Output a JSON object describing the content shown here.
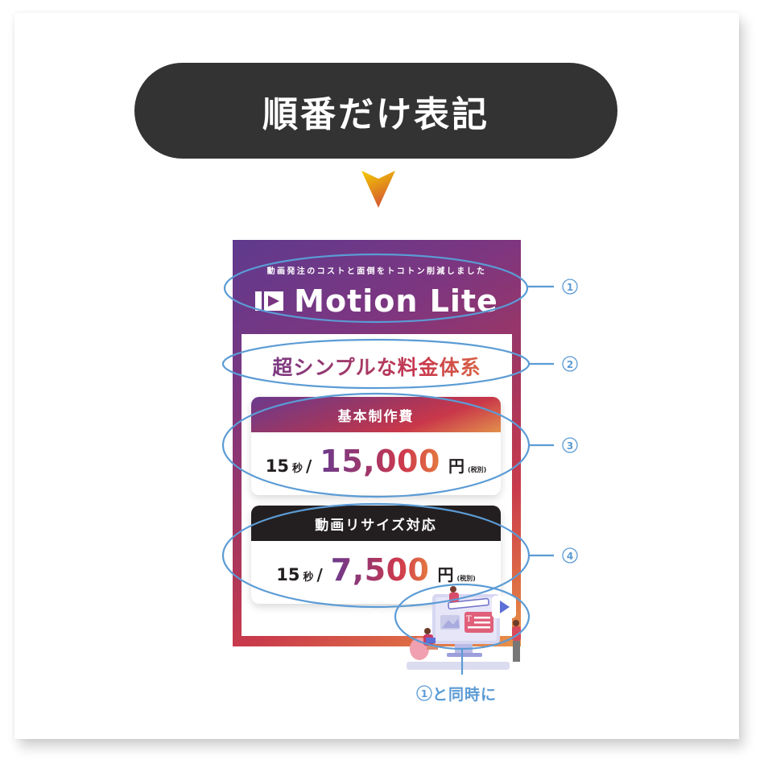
{
  "heading": {
    "title": "順番だけ表記"
  },
  "poster": {
    "tagline": "動画発注のコストと面倒をトコトン削減しました",
    "logo_text": "Motion Lite",
    "headline": "超シンプルな料金体系",
    "cards": [
      {
        "title": "基本制作費",
        "duration": "15",
        "duration_unit": "秒",
        "slash": "/",
        "price": "15,000",
        "currency": "円",
        "tax_note": "(税別)"
      },
      {
        "title": "動画リサイズ対応",
        "duration": "15",
        "duration_unit": "秒",
        "slash": "/",
        "price": "7,500",
        "currency": "円",
        "tax_note": "(税別)"
      }
    ],
    "illustration": "video-editing-people-illustration"
  },
  "annotations": {
    "callouts": [
      "①",
      "②",
      "③",
      "④"
    ],
    "bottom_marker": "①",
    "bottom_text": "と同時に",
    "stroke_color": "#5b9bd5"
  },
  "colors": {
    "pill_bg": "#333333",
    "gradient_start": "#5f3a8e",
    "gradient_mid": "#c93a4c",
    "gradient_end": "#e89448",
    "arrow_top": "#f0c400",
    "arrow_bottom": "#d9652f"
  }
}
